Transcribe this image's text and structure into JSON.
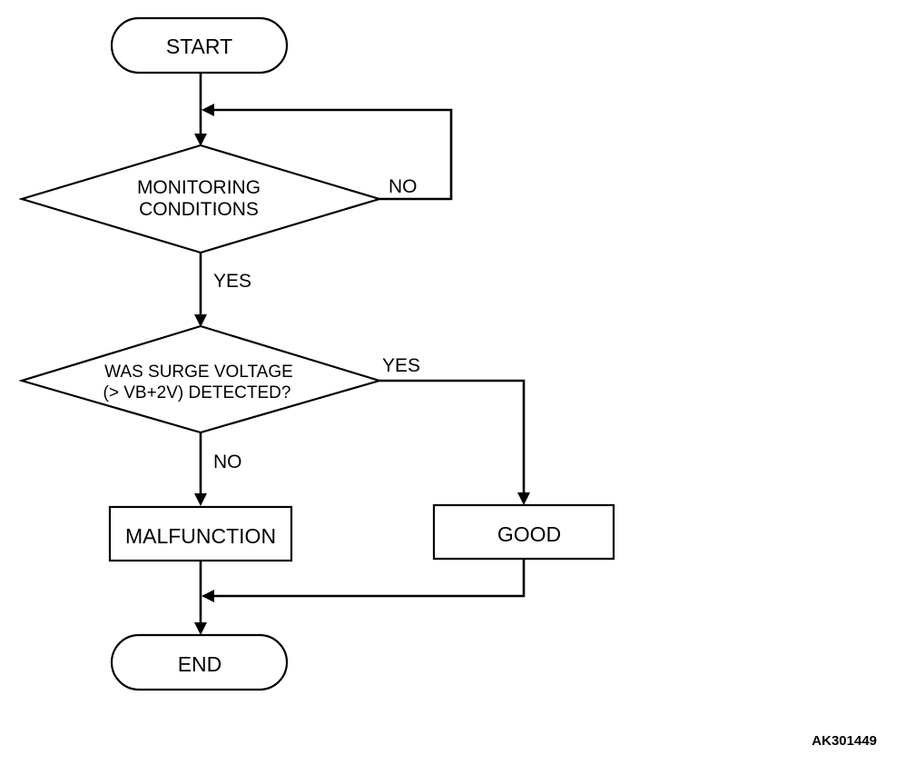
{
  "diagram": {
    "start": "START",
    "decision1": {
      "line1": "MONITORING",
      "line2": "CONDITIONS"
    },
    "decision1_no": "NO",
    "decision1_yes": "YES",
    "decision2": {
      "line1": "WAS SURGE VOLTAGE",
      "line2": "(> VB+2V) DETECTED?"
    },
    "decision2_yes": "YES",
    "decision2_no": "NO",
    "malfunction": "MALFUNCTION",
    "good": "GOOD",
    "end": "END"
  },
  "figure_id": "AK301449"
}
